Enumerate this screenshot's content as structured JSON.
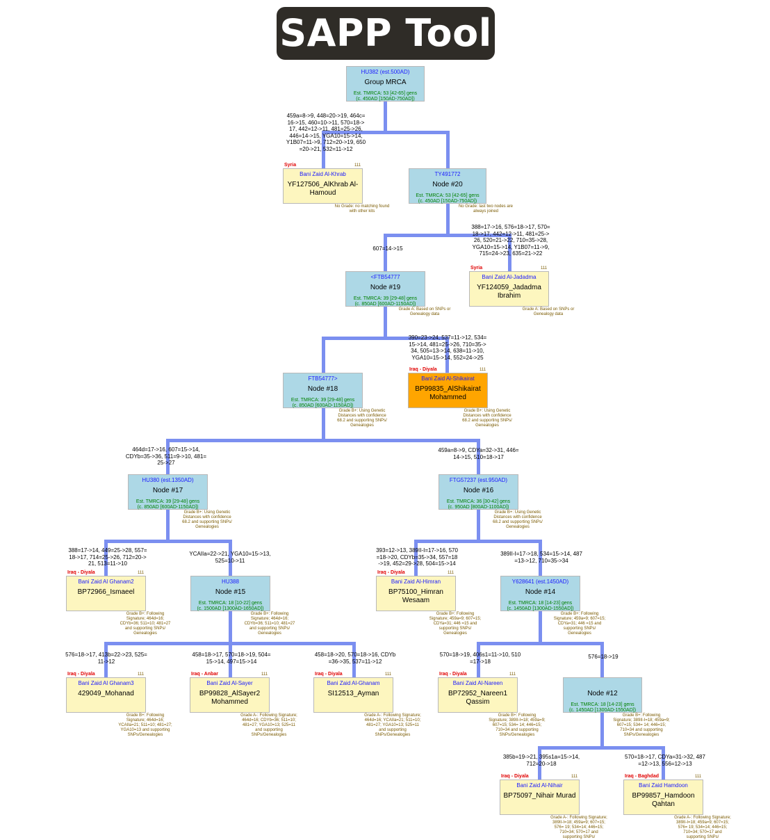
{
  "title": "SAPP Tool",
  "nodes": [
    {
      "key": "root",
      "hap": "HU382 (est.500AD)",
      "label": "Group MRCA",
      "tmrca": "Est. TMRCA: 53 [42-65] gens",
      "tmrca2": "(c. 450AD [150AD-750AD])",
      "grade": "",
      "loc": "",
      "str": "",
      "color": "blue"
    },
    {
      "key": "khrab",
      "hap": "Bani Zaid Al-Khrab",
      "label": "YF127506_AlKhrab Al-Hamoud",
      "tmrca": "",
      "tmrca2": "",
      "grade": "No Grade: no matching found with other kits",
      "loc": "Syria",
      "str": "111",
      "color": "yellow"
    },
    {
      "key": "n20",
      "hap": "TY491772",
      "label": "Node #20",
      "tmrca": "Est. TMRCA: 53 [42-65] gens",
      "tmrca2": "(c. 450AD [150AD-750AD])",
      "grade": "No Grade: last two nodes are always joined",
      "loc": "",
      "str": "",
      "color": "blue"
    },
    {
      "key": "n19",
      "hap": "<FTB54777",
      "label": "Node #19",
      "tmrca": "Est. TMRCA: 39 [29-48] gens",
      "tmrca2": "(c. 850AD [600AD-1150AD])",
      "grade": "Grade A: Based on SNPs or Genealogy data",
      "loc": "",
      "str": "",
      "color": "blue"
    },
    {
      "key": "jadadma",
      "hap": "Bani Zaid Al-Jadadma",
      "label": "YF124059_Jadadma Ibrahim",
      "tmrca": "",
      "tmrca2": "",
      "grade": "Grade A: Based on SNPs or Genealogy data",
      "loc": "Syria",
      "str": "111",
      "color": "yellow"
    },
    {
      "key": "n18",
      "hap": "FTB54777>",
      "label": "Node #18",
      "tmrca": "Est. TMRCA: 39 [29-48] gens",
      "tmrca2": "(c. 850AD [600AD-1150AD])",
      "grade": "Grade B+: Using Genetic Distances with confidence 68.2 and supporting SNPs/ Genealogies",
      "loc": "",
      "str": "",
      "color": "blue"
    },
    {
      "key": "shikairat",
      "hap": "Bani Zaid Al-Shikairat",
      "label": "BP99835_AlShikairat Mohammed",
      "tmrca": "",
      "tmrca2": "",
      "grade": "Grade B+: Using Genetic Distances with confidence 68.2 and supporting SNPs/ Genealogies",
      "loc": "Iraq - Diyala",
      "str": "111",
      "color": "orange"
    },
    {
      "key": "n17",
      "hap": "HU380 (est.1350AD)",
      "label": "Node #17",
      "tmrca": "Est. TMRCA: 39 [29-48] gens",
      "tmrca2": "(c. 850AD [600AD-1150AD])",
      "grade": "Grade B+: Using Genetic Distances with confidence 68.2 and supporting SNPs/ Genealogies",
      "loc": "",
      "str": "",
      "color": "blue"
    },
    {
      "key": "n16",
      "hap": "FTG57237 (est.950AD)",
      "label": "Node #16",
      "tmrca": "Est. TMRCA: 36 [30-42] gens",
      "tmrca2": "(c. 950AD [800AD-1100AD])",
      "grade": "Grade B+: Using Genetic Distances with confidence 68.2 and supporting SNPs/ Genealogies",
      "loc": "",
      "str": "",
      "color": "blue"
    },
    {
      "key": "ghanam2",
      "hap": "Bani Zaid Al Ghanam2",
      "label": "BP72966_Ismaeel",
      "tmrca": "",
      "tmrca2": "",
      "grade": "Grade B+: Following Signature; 464d=16; CDYb=36; 511=10; 481=27 and supporting SNPs/ Genealogies",
      "loc": "Iraq - Diyala",
      "str": "111",
      "color": "yellow"
    },
    {
      "key": "n15",
      "hap": "HU388",
      "label": "Node #15",
      "tmrca": "Est. TMRCA: 18 [10-22] gens",
      "tmrca2": "(c. 1500AD [1300AD-1650AD])",
      "grade": "Grade B+: Following Signature; 464d=16; CDYb=36; 511=10; 481=27 and supporting SNPs/ Genealogies",
      "loc": "",
      "str": "",
      "color": "blue"
    },
    {
      "key": "himran",
      "hap": "Bani Zaid Al-Himran",
      "label": "BP75100_Himran Wesaam",
      "tmrca": "",
      "tmrca2": "",
      "grade": "Grade B+: Following Signature; 459a=9; 607=15; CDYa=31; 446 =15 and supporting SNPs/ Genealogies",
      "loc": "Iraq - Diyala",
      "str": "111",
      "color": "yellow"
    },
    {
      "key": "n14",
      "hap": "Y628641 (est.1450AD)",
      "label": "Node #14",
      "tmrca": "Est. TMRCA: 18 [14-23] gens",
      "tmrca2": "(c. 1450AD [1300AD-1550AD])",
      "grade": "Grade B+: Following Signature; 459a=9; 607=15; CDYa=31; 446 =15 and supporting SNPs/ Genealogies",
      "loc": "",
      "str": "",
      "color": "blue"
    },
    {
      "key": "ghanam3",
      "hap": "Bani Zaid Al Ghanam3",
      "label": "429049_Mohanad",
      "tmrca": "",
      "tmrca2": "",
      "grade": "Grade B+: Following Signature; 464d=16; YCAIIa=21; 511=10; 481=27; YGA10=13 and supporting SNPs/Genealogies",
      "loc": "Iraq - Diyala",
      "str": "111",
      "color": "yellow"
    },
    {
      "key": "sayer",
      "hap": "Bani Zaid Al-Sayer",
      "label": "BP99828_AlSayer2 Mohammed",
      "tmrca": "",
      "tmrca2": "",
      "grade": "Grade A-: Following Signature; 464d=16; CDYb=36; 511=10; 481=27; YGA10=13; 525=11 and supporting SNPs/Genealogies",
      "loc": "Iraq - Anbar",
      "str": "111",
      "color": "yellow"
    },
    {
      "key": "ghanam",
      "hap": "Bani Zaid Al-Ghanam",
      "label": "SI12513_Ayman",
      "tmrca": "",
      "tmrca2": "",
      "grade": "Grade A-: Following Signature; 464d=16; YCAIIa=21; 511=10; 481=27; YGA10=13; 525=11 and supporting SNPs/Genealogies",
      "loc": "Iraq - Diyala",
      "str": "111",
      "color": "yellow"
    },
    {
      "key": "nareen",
      "hap": "Bani Zaid Al-Nareen",
      "label": "BP72952_Nareen1 Qassim",
      "tmrca": "",
      "tmrca2": "",
      "grade": "Grade B+: Following Signature; 389II-I=18; 459a=9; 607=15; 534= 14; 446=15; 710=34 and supporting SNPs/Genealogies",
      "loc": "Iraq - Diyala",
      "str": "111",
      "color": "yellow"
    },
    {
      "key": "n12",
      "hap": "",
      "label": "Node #12",
      "tmrca": "Est. TMRCA: 18 [14-23] gens",
      "tmrca2": "(c. 1450AD [1300AD-1550AD])",
      "grade": "Grade B+: Following Signature; 389II-I=18; 459a=9; 607=15; 534= 14; 446=15; 710=34 and supporting SNPs/Genealogies",
      "loc": "",
      "str": "",
      "color": "blue"
    },
    {
      "key": "nihair",
      "hap": "Bani Zaid Al-Nihair",
      "label": "BP75097_Nihair Murad",
      "tmrca": "",
      "tmrca2": "",
      "grade": "Grade A-: Following Signature; 389II-I=18; 459a=9; 607=15; 576= 19; 534=14; 446=15; 710=34; 570=17 and supporting SNPs/",
      "loc": "Iraq - Diyala",
      "str": "111",
      "color": "yellow"
    },
    {
      "key": "hamdoon",
      "hap": "Bani Zaid Hamdoon",
      "label": "BP99857_Hamdoon Qahtan",
      "tmrca": "",
      "tmrca2": "",
      "grade": "Grade A-: Following Signature; 389II-I=18; 459a=9; 607=15; 576= 19; 534=14; 446=15; 710=34; 570=17 and supporting SNPs/",
      "loc": "Iraq - Baghdad",
      "str": "111",
      "color": "yellow"
    }
  ],
  "mutations": [
    {
      "key": "m_khrab",
      "text": "459a=8->9, 448=20->19, 464c= 16->15, 460=10->11, 570=18-> 17, 442=12->11, 481=25->26, 446=14->15, YGA10=15->14, Y1B07=11->9, 712=20->19, 650 =20->21, 532=11->12"
    },
    {
      "key": "m_n19",
      "text": "607=14->15"
    },
    {
      "key": "m_jadadma",
      "text": "388=17->16, 576=18->17, 570= 18->17, 442=12->11, 481=25-> 26, 520=21->22, 710=35->28, YGA10=15->14, Y1B07=11->9, 715=24->23, 635=21->22"
    },
    {
      "key": "m_shikairat",
      "text": "390=23->24, 537=11->12, 534= 15->14, 481=25->26, 710=35-> 34, 505=13->14, 638=11->10, YGA10=15->14, 552=24->25"
    },
    {
      "key": "m_n17",
      "text": "464d=17->16, 607=15->14, CDYb=35->36, 511=9->10, 481= 25->27"
    },
    {
      "key": "m_n16",
      "text": "459a=8->9, CDYa=32->31, 446= 14->15, 510=18->17"
    },
    {
      "key": "m_ghanam2",
      "text": "388=17->14, 449=25->28, 557= 18->17, 714=25->26, 712=20-> 21, 513=11->10"
    },
    {
      "key": "m_n15",
      "text": "YCAIIa=22->21, YGA10=15->13, 525=10->11"
    },
    {
      "key": "m_himran",
      "text": "393=12->13, 389II-I=17->16, 570 =18->20, CDYb=35->34, 557=18 ->19, 452=29->28, 504=15->14"
    },
    {
      "key": "m_n14",
      "text": "389II-I=17->18, 534=15->14, 487 =13->12, 710=35->34"
    },
    {
      "key": "m_ghanam3",
      "text": "576=18->17, 413b=22->23, 525= 11->12"
    },
    {
      "key": "m_sayer",
      "text": "458=18->17, 570=18->19, 504= 15->14, 497=15->14"
    },
    {
      "key": "m_ghanam",
      "text": "458=18->20, 570=18->16, CDYb =36->35, 537=11->12"
    },
    {
      "key": "m_nareen",
      "text": "570=18->19, 406s1=11->10, 510 =17->18"
    },
    {
      "key": "m_n12",
      "text": "576=18->19"
    },
    {
      "key": "m_nihair",
      "text": "385b=19->21, 395s1a=15->14, 712=20->18"
    },
    {
      "key": "m_hamdoon",
      "text": "570=18->17, CDYa=31->32, 487 =12->13, 556=12->13"
    }
  ]
}
